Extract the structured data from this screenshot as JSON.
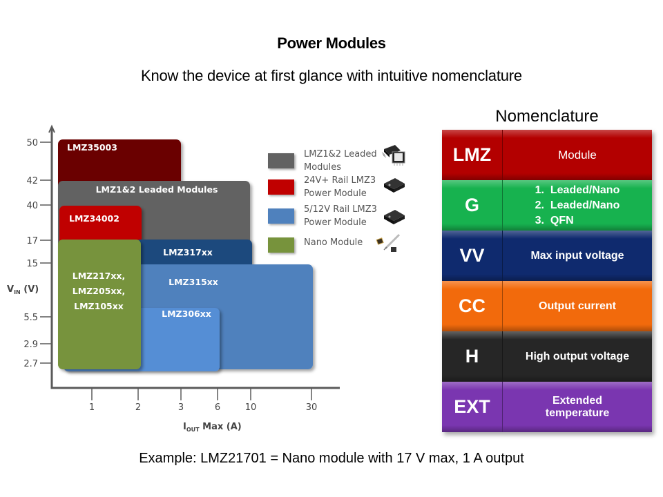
{
  "slide": {
    "title": "Power Modules",
    "subtitle": "Know the device at first glance with intuitive nomenclature",
    "footer": "Example: LMZ21701 = Nano module with 17 V max, 1 A output"
  },
  "chart_data": {
    "type": "range-block",
    "xlabel_main": "I",
    "xlabel_sub": "OUT",
    "xlabel_rest": " Max (A)",
    "ylabel_main": "V",
    "ylabel_sub": "IN",
    "ylabel_rest": " (V)",
    "y_ticks": [
      "50",
      "42",
      "40",
      "17",
      "15",
      "5.5",
      "2.9",
      "2.7"
    ],
    "x_ticks": [
      "1",
      "2",
      "3",
      "6",
      "10",
      "30"
    ],
    "blocks": [
      {
        "name": "LMZ35003",
        "family": "24V+ Rail LMZ3 Power Module",
        "color": "#6b0000",
        "vin_min": "2.7",
        "vin_max": "50",
        "iout_max": "3"
      },
      {
        "name": "LMZ1&2 Leaded Modules",
        "family": "LMZ1&2 Leaded Modules",
        "color": "#626262",
        "vin_min": "2.7",
        "vin_max": "42",
        "iout_max": "10"
      },
      {
        "name": "LMZ34002",
        "family": "24V+ Rail LMZ3 Power Module",
        "color": "#c00000",
        "vin_min": "2.7",
        "vin_max": "40",
        "iout_max": "2"
      },
      {
        "name": "LMZ317xx",
        "family": "5/12V Rail LMZ3 Power Module",
        "color": "#1f497d",
        "vin_min": "2.7",
        "vin_max": "17",
        "iout_max": "10"
      },
      {
        "name": "LMZ315xx",
        "family": "5/12V Rail LMZ3 Power Module",
        "color": "#4f81bd",
        "vin_min": "2.9",
        "vin_max": "15",
        "iout_max": "30"
      },
      {
        "name": "LMZ306xx",
        "family": "5/12V Rail LMZ3 Power Module",
        "color": "#558ed5",
        "vin_min": "2.7",
        "vin_max": "5.5",
        "iout_max": "6"
      },
      {
        "name": "LMZ217xx, LMZ205xx, LMZ105xx",
        "lines": [
          "LMZ217xx,",
          "LMZ205xx,",
          "LMZ105xx"
        ],
        "family": "Nano Module",
        "color": "#77933c",
        "vin_min": "2.9",
        "vin_max": "17",
        "iout_max": "2"
      }
    ],
    "legend": [
      {
        "lines": [
          "LMZ1&2 Leaded",
          "Modules"
        ],
        "color": "#626262",
        "icon": "leaded-module-chip-icon"
      },
      {
        "lines": [
          "24V+ Rail LMZ3",
          "Power Module"
        ],
        "color": "#c00000",
        "icon": "qfn-module-chip-icon"
      },
      {
        "lines": [
          "5/12V Rail LMZ3",
          "Power Module"
        ],
        "color": "#4f81bd",
        "icon": "qfn-module-chip-icon"
      },
      {
        "lines": [
          "Nano Module"
        ],
        "color": "#77933c",
        "icon": "nano-module-chip-icon"
      }
    ]
  },
  "nomenclature": {
    "title": "Nomenclature",
    "rows": [
      {
        "code": "LMZ",
        "desc": "Module",
        "color": "#b30000"
      },
      {
        "code": "G",
        "list": [
          "1.  Leaded/Nano",
          "2.  Leaded/Nano",
          "3.  QFN"
        ],
        "color": "#17b24f"
      },
      {
        "code": "VV",
        "desc": "Max input voltage",
        "color": "#0f2a6e"
      },
      {
        "code": "CC",
        "desc": "Output current",
        "color": "#f26a0c"
      },
      {
        "code": "H",
        "desc": "High output voltage",
        "color": "#262626"
      },
      {
        "code": "EXT",
        "desc_lines": [
          "Extended",
          "temperature"
        ],
        "color": "#7a36b0"
      }
    ]
  }
}
